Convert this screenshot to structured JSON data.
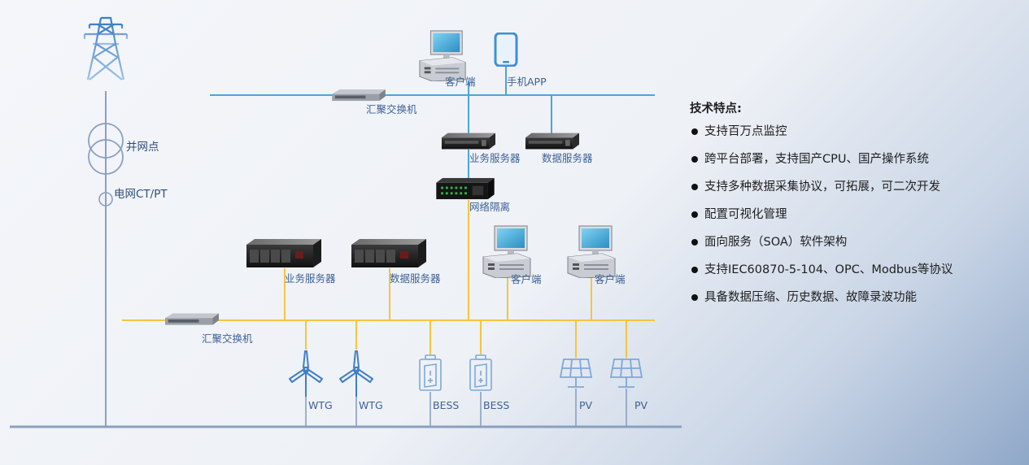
{
  "labels": {
    "client_top": "客户端",
    "mobile_app": "手机APP",
    "aggregation_switch_top": "汇聚交换机",
    "business_server_top": "业务服务器",
    "data_server_top": "数据服务器",
    "network_isolation": "网络隔离",
    "grid_connection_point": "并网点",
    "grid_ct_pt": "电网CT/PT",
    "business_server_bottom": "业务服务器",
    "data_server_bottom": "数据服务器",
    "client_bottom_1": "客户端",
    "client_bottom_2": "客户端",
    "aggregation_switch_bottom": "汇聚交换机",
    "wtg_1": "WTG",
    "wtg_2": "WTG",
    "bess_1": "BESS",
    "bess_2": "BESS",
    "pv_1": "PV",
    "pv_2": "PV"
  },
  "features": {
    "title": "技术特点:",
    "items": [
      "支持百万点监控",
      "跨平台部署，支持国产CPU、国产操作系统",
      "支持多种数据采集协议，可拓展，可二次开发",
      "配置可视化管理",
      "面向服务（SOA）软件架构",
      "支持IEC60870-5-104、OPC、Modbus等协议",
      "具备数据压缩、历史数据、故障录波功能"
    ]
  },
  "colors": {
    "blue_line": "#4fa3d8",
    "yellow_line": "#f3c542",
    "grid_line": "#8aa0c0",
    "icon_blue": "#3f7fc6",
    "icon_light": "#7fa8d8"
  }
}
